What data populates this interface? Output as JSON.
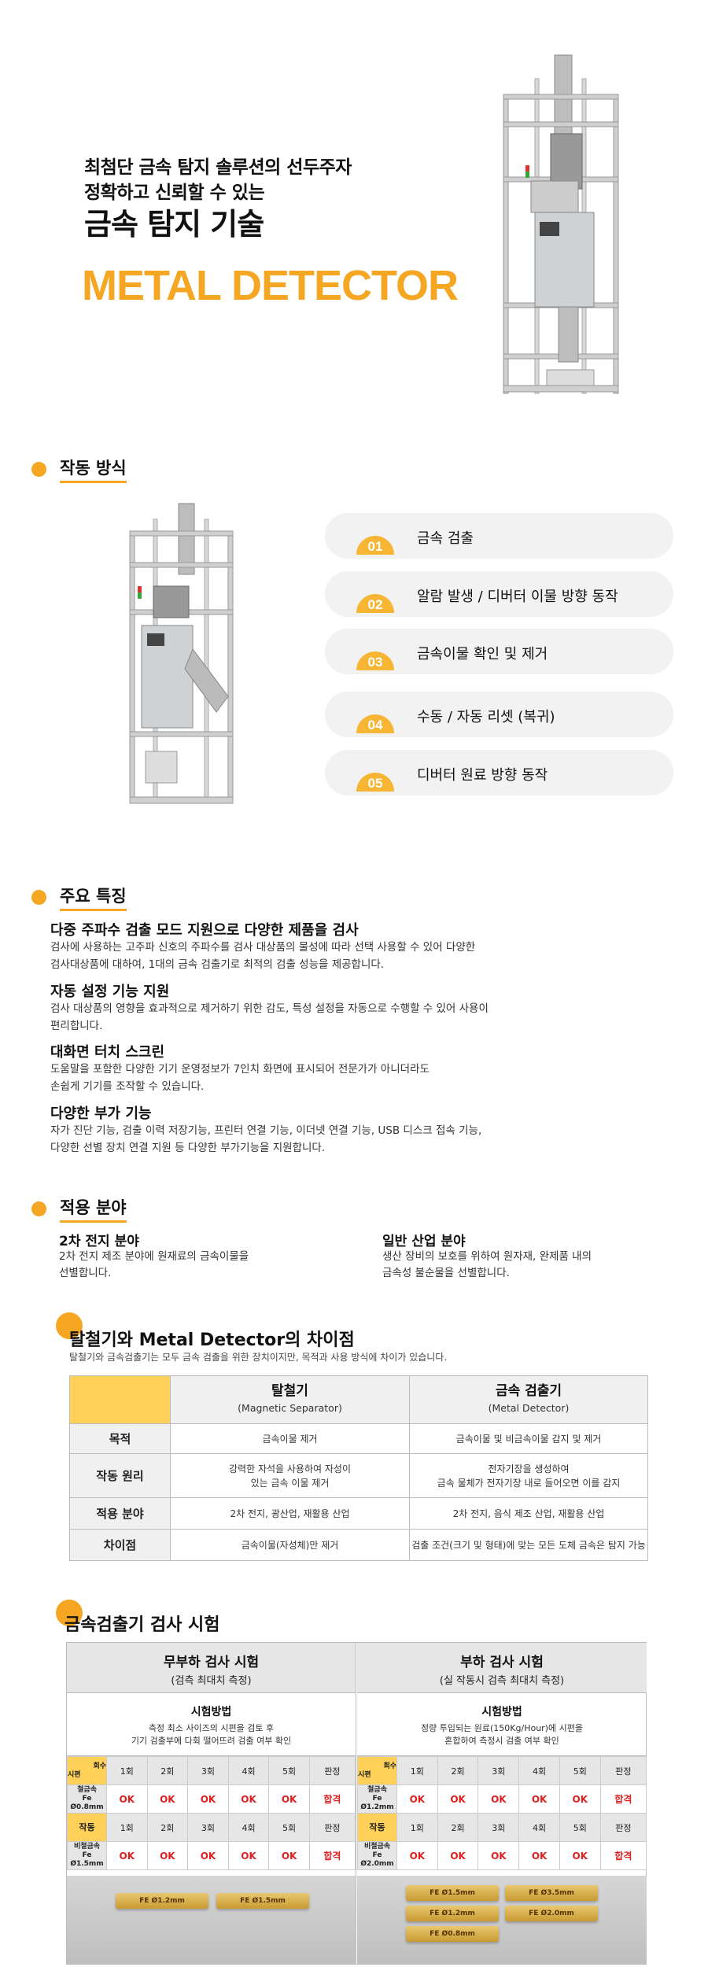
{
  "hero": {
    "line1": "최첨단 금속 탐지 솔루션의 선두주자",
    "line2": "정확하고 신뢰할 수 있는",
    "title": "금속 탐지 기술",
    "english": "METAL DETECTOR"
  },
  "operation": {
    "title": "작동 방식",
    "steps": [
      {
        "num": "01",
        "label": "금속 검출"
      },
      {
        "num": "02",
        "label": "알람 발생 / 디버터 이물 방향 동작"
      },
      {
        "num": "03",
        "label": "금속이물 확인 및 제거"
      },
      {
        "num": "04",
        "label": "수동 / 자동 리셋 (복귀)"
      },
      {
        "num": "05",
        "label": "디버터 원료 방향 동작"
      }
    ]
  },
  "features": {
    "title": "주요 특징",
    "items": [
      {
        "heading": "다중 주파수 검출 모드 지원으로 다양한 제품을 검사",
        "line1": "검사에 사용하는 고주파 신호의 주파수를 검사 대상품의 물성에 따라 선택 사용할 수 있어 다양한",
        "line2": "검사대상품에 대하여, 1대의 금속 검출기로 최적의 검출 성능을 제공합니다."
      },
      {
        "heading": "자동 설정 기능 지원",
        "line1": "검사 대상품의 영향을 효과적으로 제거하기 위한 감도, 특성 설정을 자동으로 수행할 수 있어 사용이",
        "line2": "편리합니다."
      },
      {
        "heading": "대화면 터치 스크린",
        "line1": "도움말을 포함한 다양한 기기 운영정보가 7인치 화면에 표시되어 전문가가 아니더라도",
        "line2": "손쉽게 기기를 조작할 수 있습니다."
      },
      {
        "heading": "다양한 부가 기능",
        "line1": "자가 진단 기능, 검출 이력 저장기능, 프린터 연결 기능, 이더넷 연결 기능, USB 디스크 접속 기능,",
        "line2": "다양한 선별 장치 연결 지원 등 다양한 부가기능을 지원합니다."
      }
    ]
  },
  "fields": {
    "title": "적용 분야",
    "left": {
      "heading": "2차 전지 분야",
      "line1": "2차 전지 제조 분야에 원재료의 금속이물을",
      "line2": "선별합니다."
    },
    "right": {
      "heading": "일반 산업 분야",
      "line1": "생산 장비의 보호를 위하여 원자재, 완제품 내의",
      "line2": "금속성 불순물을 선별합니다."
    }
  },
  "compare": {
    "title": "탈철기와 Metal Detector의 차이점",
    "subtitle": "탈철기와 금속검출기는 모두 금속 검출을 위한 장치이지만, 목적과 사용 방식에 차이가 있습니다.",
    "col1": {
      "name": "탈철기",
      "en": "(Magnetic Separator)"
    },
    "col2": {
      "name": "금속 검출기",
      "en": "(Metal Detector)"
    },
    "rows": [
      {
        "label": "목적",
        "c1a": "금속이물 제거",
        "c1b": "",
        "c2a": "금속이물 및 비금속이물 감지 및 제거",
        "c2b": ""
      },
      {
        "label": "작동 원리",
        "c1a": "강력한 자석을 사용하여 자성이",
        "c1b": "있는 금속 이물 제거",
        "c2a": "전자기장을 생성하여",
        "c2b": "금속 물체가 전자기장 내로 들어오면 이를 감지"
      },
      {
        "label": "적용 분야",
        "c1a": "2차 전지, 광산업, 재활용 산업",
        "c1b": "",
        "c2a": "2차 전지, 음식 제조 산업, 재활용 산업",
        "c2b": ""
      },
      {
        "label": "차이점",
        "c1a": "금속이물(자성체)만 제거",
        "c1b": "",
        "c2a": "검출 조건(크기 및 형태)에 맞는 모든 도체 금속은 탐지 가능",
        "c2b": ""
      }
    ]
  },
  "test": {
    "title": "금속검출기 검사 시험",
    "method_title": "시험방법",
    "corner_top": "회수",
    "corner_bottom": "시편",
    "row2_label": "작동",
    "cols": [
      "1회",
      "2회",
      "3회",
      "4회",
      "5회",
      "판정"
    ],
    "ok": "OK",
    "pass": "합격",
    "left": {
      "head": "무부하 검사 시험",
      "sub": "(검측 최대치 측정)",
      "m1": "측정 최소 사이즈의 시편을 검토 후",
      "m2": "기기 검출부에 다회 떨어뜨려 검출 여부 확인",
      "spec1_a": "철금속",
      "spec1_b": "Fe",
      "spec1_c": "Ø0.8mm",
      "spec2_a": "비철금속",
      "spec2_b": "Fe",
      "spec2_c": "Ø1.5mm",
      "samples": [
        "FE Ø1.2mm",
        "FE Ø1.5mm"
      ]
    },
    "right": {
      "head": "부하 검사 시험",
      "sub": "(실 작동시 검측 최대치 측정)",
      "m1": "정량 투입되는 원료(150Kg/Hour)에 시편을",
      "m2": "혼합하여 측정시 검출 여부 확인",
      "spec1_a": "철금속",
      "spec1_b": "Fe",
      "spec1_c": "Ø1.2mm",
      "spec2_a": "비철금속",
      "spec2_b": "Fe",
      "spec2_c": "Ø2.0mm",
      "samples": [
        "FE Ø1.5mm",
        "FE Ø3.5mm",
        "FE Ø1.2mm",
        "FE Ø2.0mm",
        "FE Ø0.8mm"
      ]
    }
  },
  "colors": {
    "accent": "#f5a623",
    "corner": "#ffd158",
    "ok": "#e02020"
  }
}
